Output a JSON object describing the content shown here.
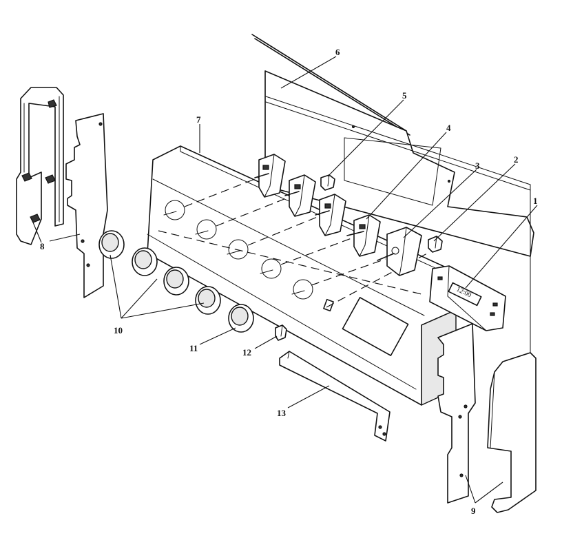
{
  "callouts": {
    "c1": "1",
    "c2": "2",
    "c3": "3",
    "c4": "4",
    "c5": "5",
    "c6": "6",
    "c7": "7",
    "c8": "8",
    "c9": "9",
    "c10": "10",
    "c11": "11",
    "c12": "12",
    "c13": "13"
  },
  "clock_display": "12:00"
}
